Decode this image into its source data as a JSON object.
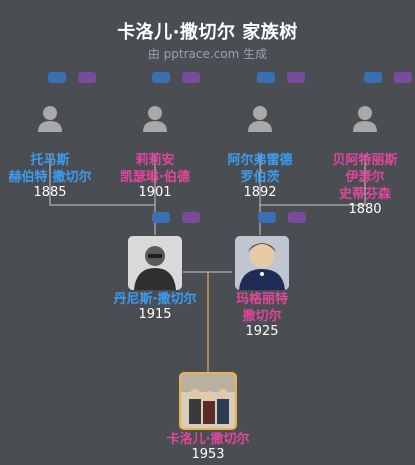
{
  "header": {
    "title": "卡洛儿·撒切尔 家族树",
    "subtitle": "由 pptrace.com 生成"
  },
  "people": {
    "thomas": {
      "name_line1": "托马斯",
      "name_line2": "赫伯特·撒切尔",
      "year": "1885",
      "gender": "male"
    },
    "lilian": {
      "name_line1": "莉莉安",
      "name_line2": "凯瑟琳·伯德",
      "year": "1901",
      "gender": "female"
    },
    "alfred": {
      "name_line1": "阿尔弗雷德",
      "name_line2": "罗伯茨",
      "year": "1892",
      "gender": "male"
    },
    "beatrice": {
      "name_line1": "贝阿特丽斯",
      "name_line2": "伊瑟尔",
      "name_line3": "史蒂芬森",
      "year": "1880",
      "gender": "female"
    },
    "denis": {
      "name_line1": "丹尼斯·撒切尔",
      "year": "1915",
      "gender": "male"
    },
    "margaret": {
      "name_line1": "玛格丽特",
      "name_line2": "撒切尔",
      "year": "1925",
      "gender": "female"
    },
    "carol": {
      "name_line1": "卡洛儿·撒切尔",
      "year": "1953",
      "gender": "female"
    }
  },
  "colors": {
    "background": "#4a4d52",
    "male": "#3c9cf0",
    "female": "#e0479c",
    "connector": "#c9c9c9",
    "highlight_connector": "#e9b24a"
  }
}
